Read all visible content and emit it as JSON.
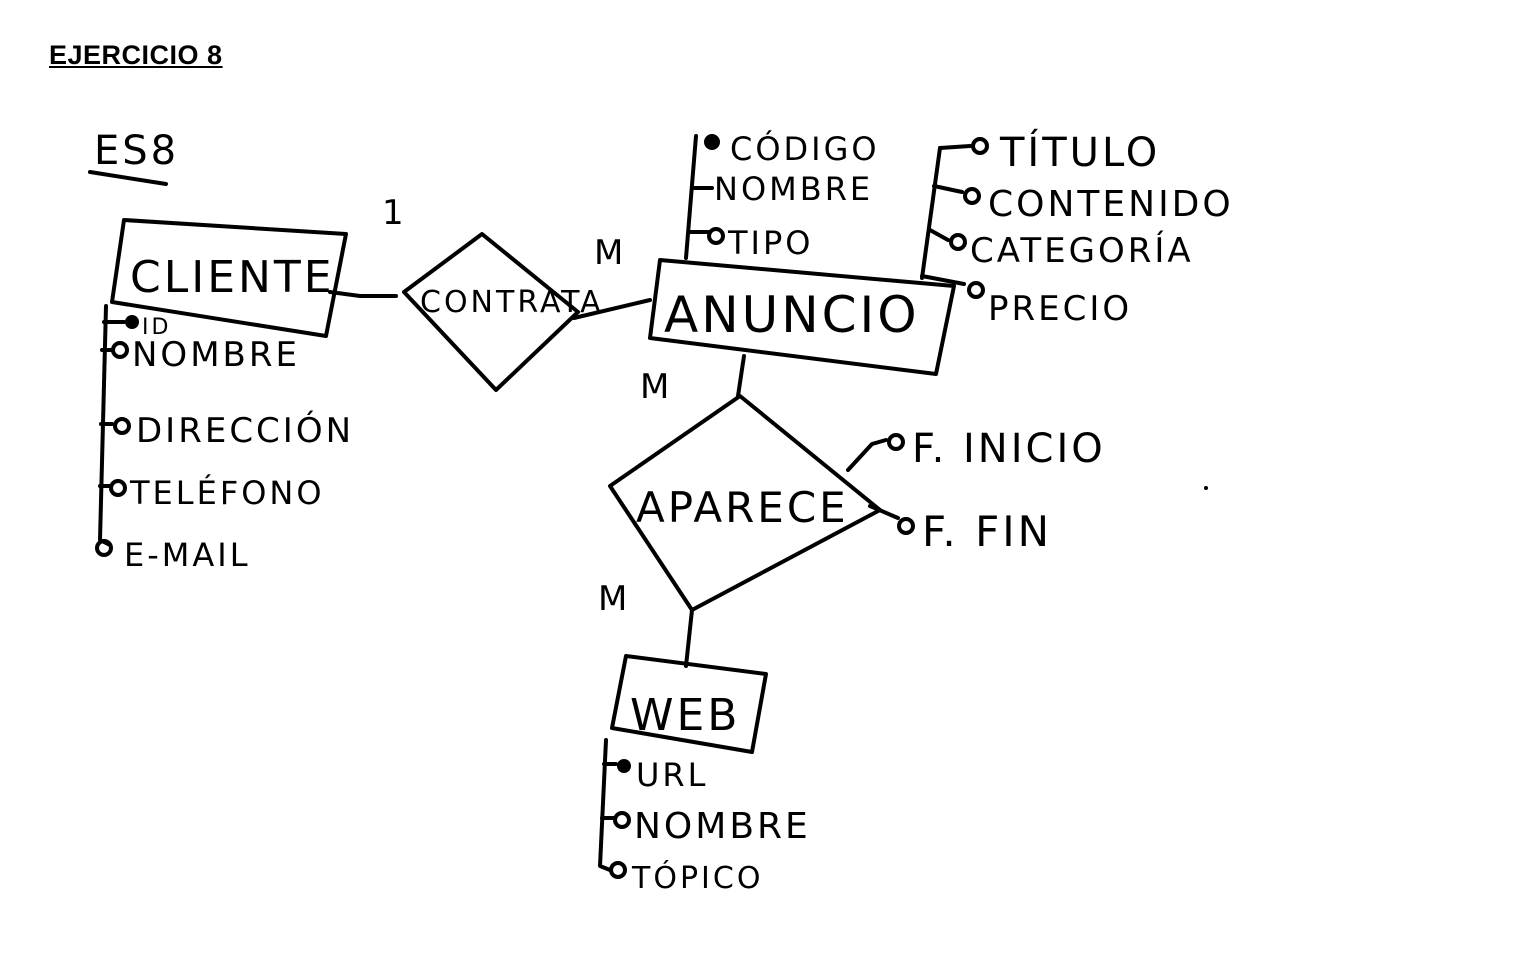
{
  "page_title": "EJERCICIO 8",
  "diagram_label": "ES8",
  "entities": {
    "cliente": {
      "name": "CLIENTE",
      "attributes": [
        {
          "name": "ID",
          "key": true
        },
        {
          "name": "NOMBRE",
          "key": false
        },
        {
          "name": "DIRECCIÓN",
          "key": false
        },
        {
          "name": "TELÉFONO",
          "key": false
        },
        {
          "name": "E-MAIL",
          "key": false
        }
      ]
    },
    "anuncio": {
      "name": "ANUNCIO",
      "attributes_left": [
        {
          "name": "CÓDIGO",
          "key": true
        },
        {
          "name": "NOMBRE",
          "key": false
        },
        {
          "name": "TIPO",
          "key": false
        }
      ],
      "attributes_right": [
        {
          "name": "TÍTULO",
          "key": false
        },
        {
          "name": "CONTENIDO",
          "key": false
        },
        {
          "name": "CATEGORÍA",
          "key": false
        },
        {
          "name": "PRECIO",
          "key": false
        }
      ]
    },
    "web": {
      "name": "WEB",
      "attributes": [
        {
          "name": "URL",
          "key": true
        },
        {
          "name": "NOMBRE",
          "key": false
        },
        {
          "name": "TÓPICO",
          "key": false
        }
      ]
    }
  },
  "relationships": {
    "contrata": {
      "name": "CONTRATA",
      "cardinality_cliente": "1",
      "cardinality_anuncio": "M"
    },
    "aparece": {
      "name": "APARECE",
      "cardinality_anuncio": "M",
      "cardinality_web": "M",
      "attributes": [
        {
          "name": "F. INICIO",
          "key": false
        },
        {
          "name": "F. FIN",
          "key": false
        }
      ]
    }
  }
}
